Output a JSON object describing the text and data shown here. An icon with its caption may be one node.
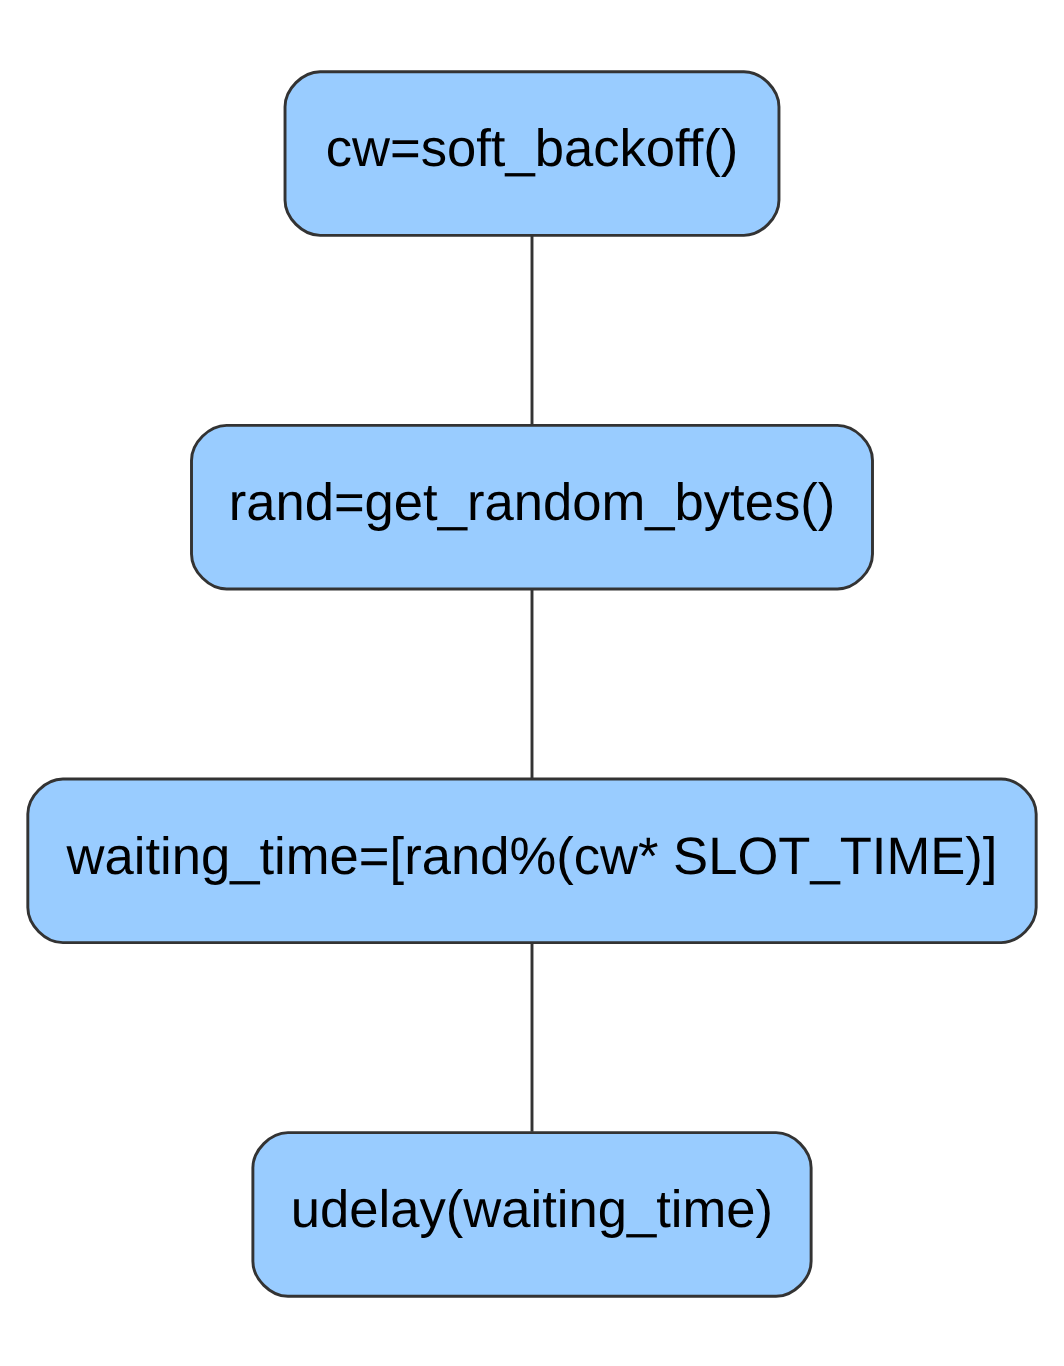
{
  "diagram": {
    "nodes": [
      {
        "text": [
          "cw=soft_backoff()"
        ]
      },
      {
        "text": [
          "rand=get_random_bytes()"
        ]
      },
      {
        "text": [
          "waiting_time=[rand%(cw* SLOT_TIME)]"
        ]
      },
      {
        "text": [
          "udelay(waiting_time)"
        ]
      }
    ],
    "edges": [
      {
        "from": 0,
        "to": 1,
        "arrow": "none"
      },
      {
        "from": 1,
        "to": 2,
        "arrow": "none"
      },
      {
        "from": 2,
        "to": 3,
        "arrow": "none"
      }
    ]
  }
}
